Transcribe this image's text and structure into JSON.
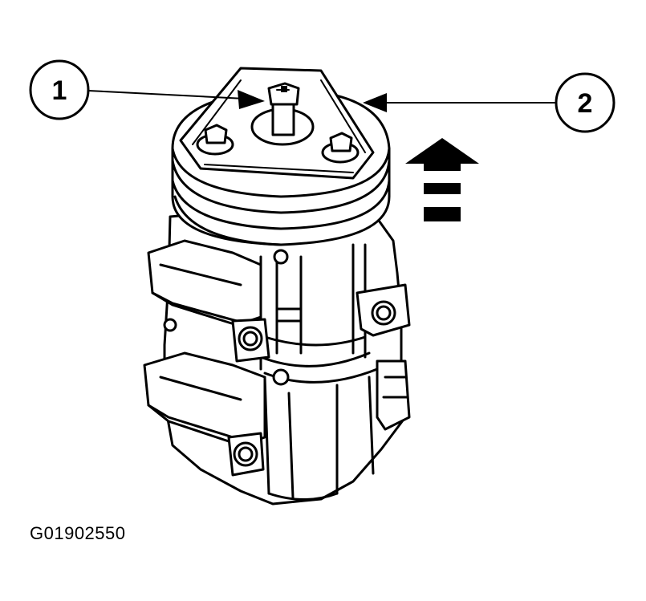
{
  "callouts": [
    {
      "label": "1"
    },
    {
      "label": "2"
    }
  ],
  "figure_code": "G01902550",
  "icons": [
    "compressor-illustration",
    "up-direction-arrow-icon"
  ],
  "colors": {
    "ink": "#000000",
    "paper": "#ffffff"
  }
}
